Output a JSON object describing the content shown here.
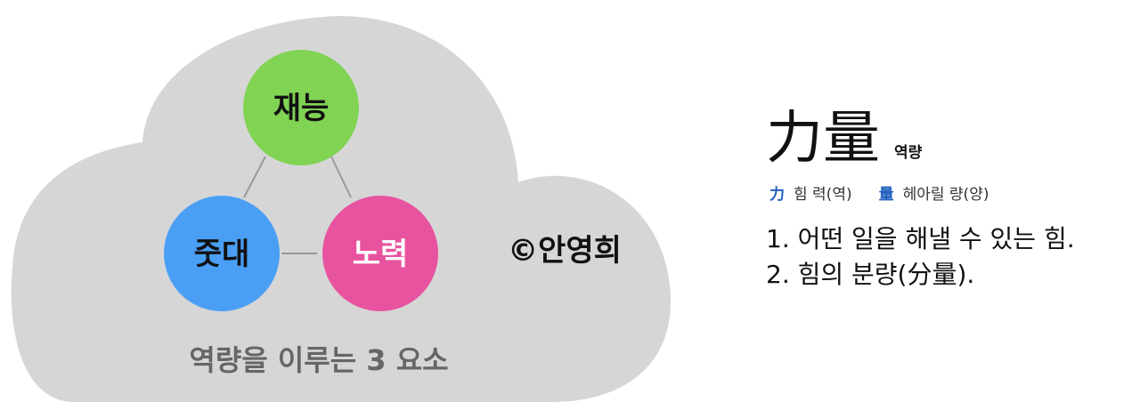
{
  "diagram": {
    "nodes": [
      {
        "id": "talent",
        "label": "재능",
        "color": "#80d353"
      },
      {
        "id": "connections",
        "label": "줏대",
        "color": "#4a9ff5"
      },
      {
        "id": "effort",
        "label": "노력",
        "color": "#e8539f"
      }
    ],
    "copyright": "©안영희",
    "caption": "역량을 이루는 3 요소",
    "cloud_color": "#d6d6d6"
  },
  "definition": {
    "hanja": "力量",
    "reading": "역량",
    "parts": [
      {
        "char": "力",
        "meaning": "힘 력(역)"
      },
      {
        "char": "量",
        "meaning": "헤아릴 량(양)"
      }
    ],
    "meanings": [
      "1. 어떤 일을 해낼 수 있는 힘.",
      "2. 힘의 분량(分量)."
    ]
  }
}
